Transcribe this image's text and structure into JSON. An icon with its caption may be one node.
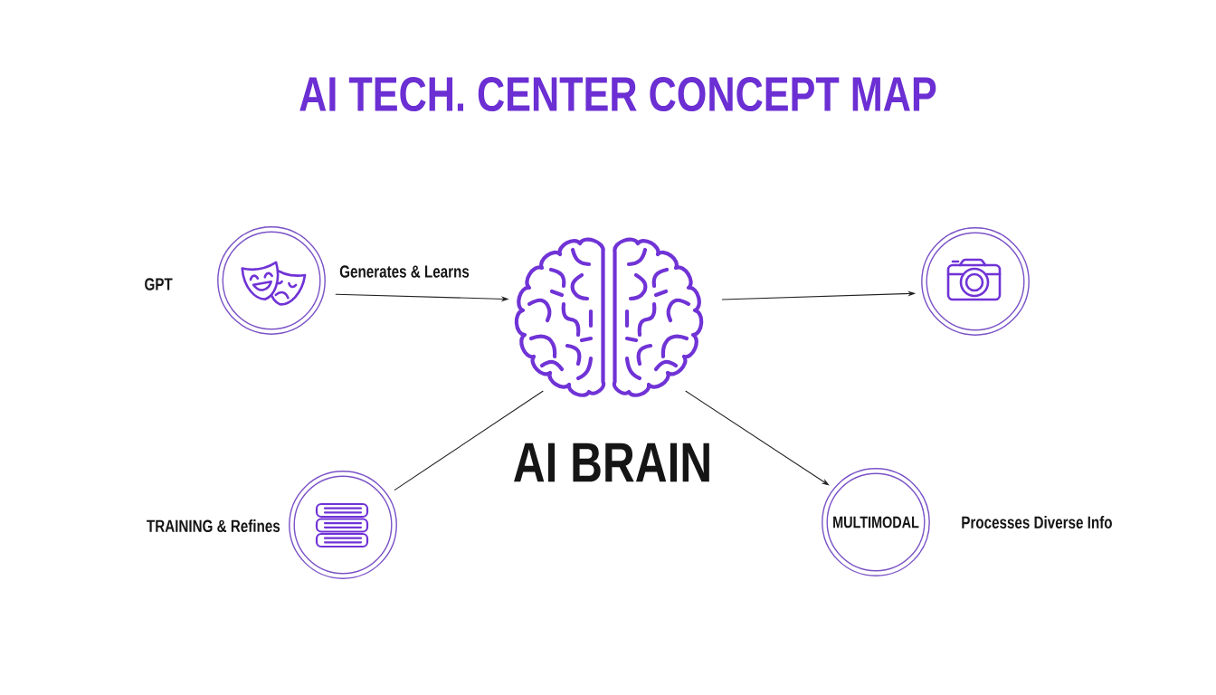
{
  "diagram": {
    "title": "AI TECH. CENTER CONCEPT MAP",
    "nodes": [
      {
        "text": [],
        "shape": "circle",
        "beside": [
          "GPT"
        ]
      },
      {
        "text": [],
        "shape": "picture",
        "beside": [
          "AI BRAIN"
        ]
      },
      {
        "text": [],
        "shape": "circle"
      },
      {
        "text": [],
        "shape": "circle",
        "beside": [
          "TRAINING & Refines"
        ]
      },
      {
        "text": [
          "MULTIMODAL"
        ],
        "beside": [
          "Processes Diverse Info"
        ]
      }
    ],
    "edges": [
      {
        "from": 0,
        "to": 1,
        "arrow": "to",
        "label": "Generates & Learns"
      },
      {
        "from": 1,
        "to": 2,
        "arrow": "to"
      },
      {
        "from": 3,
        "to": 1,
        "arrow": "none"
      },
      {
        "from": 1,
        "to": 4,
        "arrow": "to"
      }
    ]
  }
}
